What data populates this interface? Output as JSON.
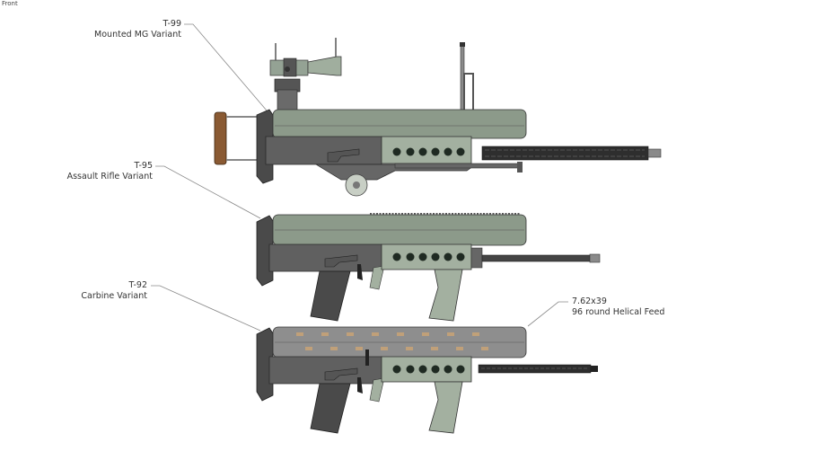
{
  "viewport": {
    "view_name": "Front"
  },
  "callouts": [
    {
      "id": "t99",
      "model": "T-99",
      "description": "Mounted MG Variant"
    },
    {
      "id": "t95",
      "model": "T-95",
      "description": "Assault Rifle Variant"
    },
    {
      "id": "t92",
      "model": "T-92",
      "description": "Carbine Variant"
    },
    {
      "id": "ammo",
      "model": "7.62x39",
      "description": "96 round Helical Feed"
    }
  ],
  "colors": {
    "body_green": "#8c9a8a",
    "body_green_light": "#a3b0a0",
    "receiver_gray": "#5e5e5e",
    "dark": "#2b2b2b",
    "wood": "#8a5a33",
    "leader_line": "#888888",
    "ammo_brass": "#c9a476"
  },
  "vent_holes_per_handguard": 6
}
